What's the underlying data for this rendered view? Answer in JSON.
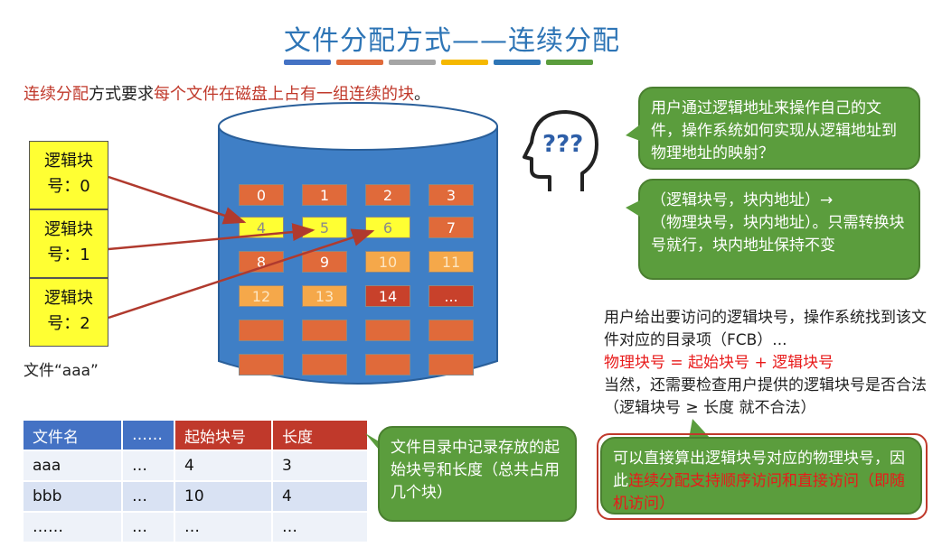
{
  "title": "文件分配方式——连续分配",
  "title_bar_colors": [
    "#4472c4",
    "#e06a3a",
    "#a5a5a5",
    "#f5b800",
    "#2e75b6",
    "#5b9d3d"
  ],
  "intro": {
    "part1": "连续分配",
    "part2": "方式要求",
    "part3": "每个文件在磁盘上占有一组连续的块",
    "part4": "。"
  },
  "logical_blocks": [
    {
      "line1": "逻辑块",
      "line2": "号：0"
    },
    {
      "line1": "逻辑块",
      "line2": "号：1"
    },
    {
      "line1": "逻辑块",
      "line2": "号：2"
    }
  ],
  "file_label": "文件“aaa”",
  "disk": {
    "rows": [
      [
        {
          "t": "0",
          "s": "normal"
        },
        {
          "t": "1",
          "s": "normal"
        },
        {
          "t": "2",
          "s": "normal"
        },
        {
          "t": "3",
          "s": "normal"
        }
      ],
      [
        {
          "t": "4",
          "s": "yellow"
        },
        {
          "t": "5",
          "s": "yellow"
        },
        {
          "t": "6",
          "s": "yellow"
        },
        {
          "t": "7",
          "s": "normal"
        }
      ],
      [
        {
          "t": "8",
          "s": "normal"
        },
        {
          "t": "9",
          "s": "normal"
        },
        {
          "t": "10",
          "s": "orange"
        },
        {
          "t": "11",
          "s": "orange"
        }
      ],
      [
        {
          "t": "12",
          "s": "orange"
        },
        {
          "t": "13",
          "s": "orange"
        },
        {
          "t": "14",
          "s": "red"
        },
        {
          "t": "...",
          "s": "red"
        }
      ],
      [
        {
          "t": "",
          "s": "empty"
        },
        {
          "t": "",
          "s": "empty"
        },
        {
          "t": "",
          "s": "empty"
        },
        {
          "t": "",
          "s": "empty"
        }
      ],
      [
        {
          "t": "",
          "s": "empty"
        },
        {
          "t": "",
          "s": "empty"
        },
        {
          "t": "",
          "s": "empty"
        },
        {
          "t": "",
          "s": "empty"
        }
      ]
    ]
  },
  "bubble1": "用户通过逻辑地址来操作自己的文件，操作系统如何实现从逻辑地址到物理地址的映射？",
  "bubble2": {
    "line1": "（逻辑块号，块内地址）→",
    "line2": "（物理块号，块内地址）。只需转换块号就行，块内地址保持不变"
  },
  "info": {
    "p1": "用户给出要访问的逻辑块号，操作系统找到该文件对应的目录项（FCB）...",
    "formula": "物理块号 = 起始块号 + 逻辑块号",
    "p2": "当然，还需要检查用户提供的逻辑块号是否合法（逻辑块号 ≥ 长度 就不合法）"
  },
  "bubble3": {
    "part1": "可以直接算出逻辑块号对应的物理块号，因此",
    "part2": "连续分配支持顺序访问和直接访问（即随机访问）"
  },
  "bubble4": "文件目录中记录存放的起始块号和长度（总共占用几个块）",
  "directory": {
    "headers": [
      "文件名",
      "……",
      "起始块号",
      "长度"
    ],
    "rows": [
      [
        "aaa",
        "…",
        "4",
        "3"
      ],
      [
        "bbb",
        "…",
        "10",
        "4"
      ],
      [
        "……",
        "…",
        "…",
        "…"
      ]
    ]
  },
  "thinking_icon": "thinking-head-icon"
}
